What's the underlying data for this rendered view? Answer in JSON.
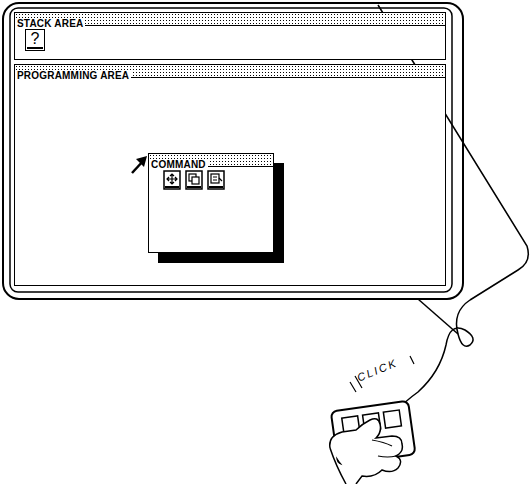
{
  "diagram": {
    "nodes": [
      {
        "text": [
          "STACK AREA"
        ]
      },
      {
        "text": [
          "?"
        ],
        "in": 0
      },
      {
        "text": [
          "PROGRAMMING AREA"
        ]
      },
      {
        "text": [
          "COMMAND"
        ],
        "in": 2
      }
    ],
    "labels": [
      "CLICK"
    ]
  }
}
